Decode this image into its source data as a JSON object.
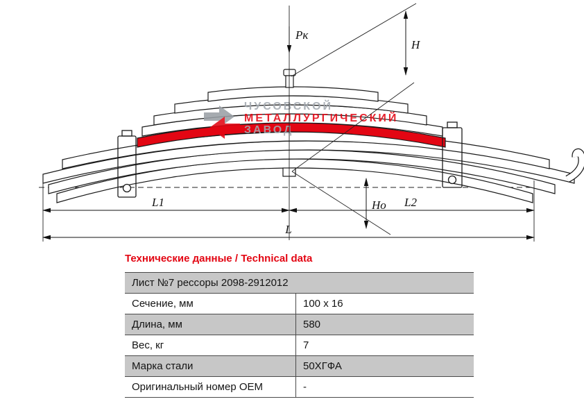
{
  "drawing": {
    "force_label": "Pк",
    "dim_h": "H",
    "dim_ho": "Hо",
    "dim_l1": "L1",
    "dim_l2": "L2",
    "dim_l": "L",
    "highlight_color": "#e30613",
    "watermark": {
      "line1": "ЧУСОВСКОЙ",
      "line2": "МЕТАЛЛУРГИЧЕСКИЙ",
      "line3": "ЗАВОД",
      "gray_color": "#a3a9b0",
      "red_color": "#e30613"
    }
  },
  "table": {
    "title": "Технические данные / Technical data",
    "header": "Лист №7 рессоры 2098-2912012",
    "rows": [
      {
        "label": "Сечение, мм",
        "value": "100 x 16"
      },
      {
        "label": "Длина, мм",
        "value": "580"
      },
      {
        "label": "Вес, кг",
        "value": "7"
      },
      {
        "label": "Марка стали",
        "value": "50ХГФА"
      },
      {
        "label": "Оригинальный номер OEM",
        "value": "-"
      }
    ]
  }
}
